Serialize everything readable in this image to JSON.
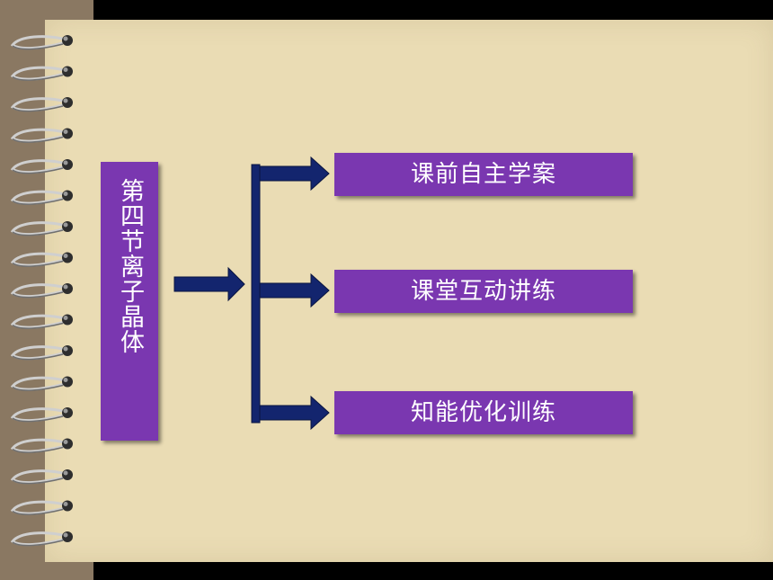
{
  "title": "第四节离子晶体",
  "branches": [
    {
      "label": "课前自主学案"
    },
    {
      "label": "课堂互动讲练"
    },
    {
      "label": "知能优化训练"
    }
  ],
  "colors": {
    "box_fill": "#7a37b0",
    "arrow_fill": "#13256e",
    "paper": "#eadcb4",
    "frame": "#000000",
    "strip": "#8a7862"
  },
  "icons": [
    "spiral-ring-icon",
    "arrow-right-icon"
  ]
}
